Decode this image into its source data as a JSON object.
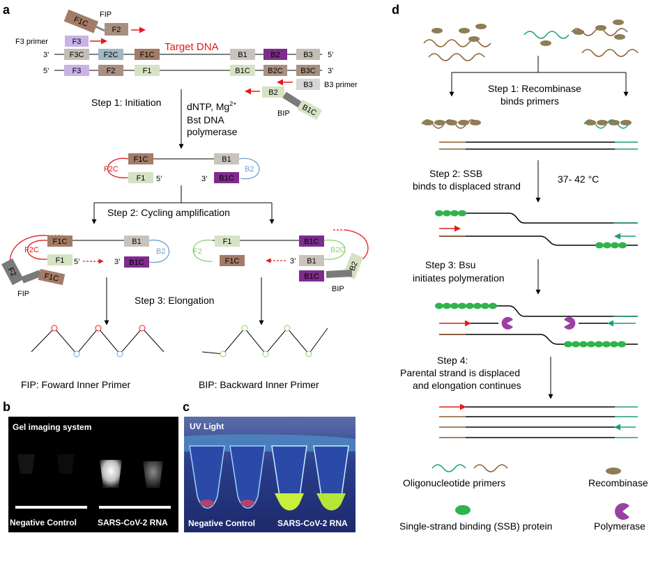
{
  "panels": {
    "a": "a",
    "b": "b",
    "c": "c",
    "d": "d"
  },
  "colors": {
    "red": "#e31a1c",
    "f3": "#c9b3e6",
    "f2": "#a88f80",
    "f2c": "#9fb8c2",
    "f1": "#d6e2c4",
    "f1c": "#a27c67",
    "b1": "#c9c3bd",
    "b2": "#7d2c8c",
    "b3": "#c4bdb6",
    "grey": "#7a7a7a",
    "blueLoop": "#6f9fd0",
    "greenLoop": "#8ccf6a",
    "green": "#1a9e74",
    "brown": "#8a5a2b",
    "recombinase": "#8e7d55",
    "ssb": "#2fb34a",
    "poly": "#9b3fa5"
  },
  "panel_a": {
    "fip": "FIP",
    "f3_primer": "F3 primer",
    "target_dna": "Target DNA",
    "b3_primer": "B3 primer",
    "bip": "BIP",
    "prime3": "3’",
    "prime5": "5’",
    "seg": {
      "F3C": "F3C",
      "F2C": "F2C",
      "F1C": "F1C",
      "B1": "B1",
      "B2": "B2",
      "B3": "B3",
      "F3": "F3",
      "F2": "F2",
      "F1": "F1",
      "B1C": "B1C",
      "B2C": "B2C",
      "B3C": "B3C"
    },
    "step1": "Step 1: Initiation",
    "dntp": "dNTP, Mg",
    "dntp_sup": "2+",
    "bst1": "Bst DNA",
    "bst2": "polymerase",
    "step2": "Step 2: Cycling amplification",
    "step3": "Step 3: Elongation",
    "fip_def": "FIP: Foward Inner Primer",
    "bip_def": "BIP: Backward Inner Primer"
  },
  "panel_b": {
    "title": "Gel imaging system",
    "neg": "Negative Control",
    "pos": "SARS-CoV-2 RNA"
  },
  "panel_c": {
    "title": "UV Light",
    "neg": "Negative Control",
    "pos": "SARS-CoV-2 RNA"
  },
  "panel_d": {
    "step1a": "Step 1: Recombinase",
    "step1b": "binds primers",
    "step2a": "Step 2: SSB",
    "step2b": "binds to displaced strand",
    "temp": "37- 42 °C",
    "step3a": "Step 3: Bsu",
    "step3b": "initiates polymeration",
    "step4a": "Step 4:",
    "step4b": "Parental strand is displaced",
    "step4c": "and elongation continues",
    "leg_oligo": "Oligonucleotide  primers",
    "leg_recomb": "Recombinase",
    "leg_ssb": "Single-strand binding (SSB) protein",
    "leg_poly": "Polymerase"
  }
}
